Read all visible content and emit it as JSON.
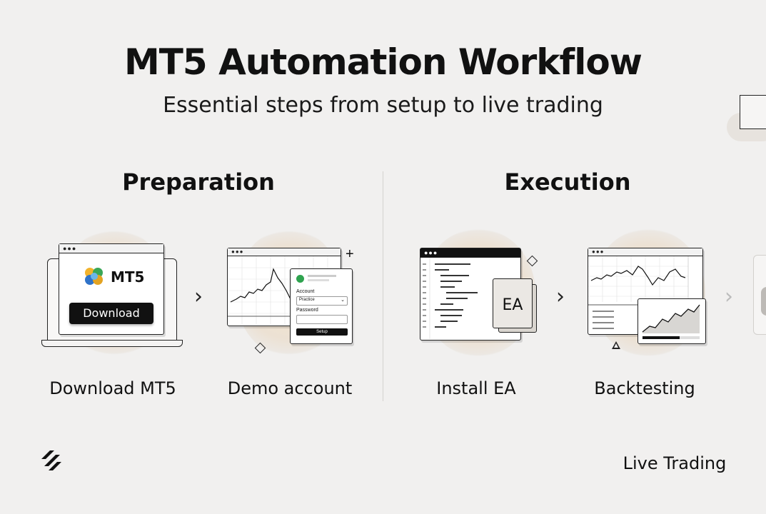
{
  "header": {
    "title": "MT5 Automation Workflow",
    "subtitle": "Essential steps from setup to live trading"
  },
  "sections": {
    "preparation": "Preparation",
    "execution": "Execution"
  },
  "steps": [
    {
      "label": "Download MT5",
      "logo_text": "MT5",
      "button_label": "Download"
    },
    {
      "label": "Demo account",
      "form": {
        "account_label": "Account",
        "account_value": "Practice",
        "password_label": "Password",
        "submit_label": "Setup"
      }
    },
    {
      "label": "Install EA",
      "badge": "EA"
    },
    {
      "label": "Backtesting"
    }
  ],
  "final_step": {
    "label": "Live Trading"
  },
  "icons": [
    "laptop-icon",
    "mt5-logo-icon",
    "chart-window-icon",
    "user-icon",
    "code-editor-icon",
    "document-icon",
    "chevron-right-icon",
    "diamond-icon",
    "triangle-icon",
    "plus-icon",
    "brand-logo-icon"
  ],
  "colors": {
    "background": "#f1f0ef",
    "glow": "#f4e6d0",
    "ink": "#111111",
    "button": "#111111"
  }
}
